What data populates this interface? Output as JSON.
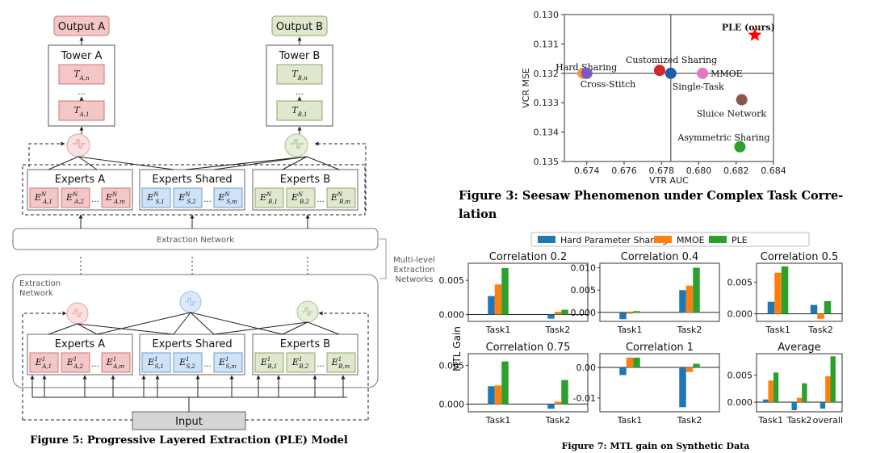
{
  "fig5": {
    "outputs": [
      "Output A",
      "Output B"
    ],
    "towers": [
      {
        "name": "Tower A",
        "top": "T",
        "top_sub": "A,n",
        "top_subsub": "A",
        "bottom": "T",
        "bottom_sub": "A,1"
      },
      {
        "name": "Tower B",
        "top": "T",
        "top_sub": "B,n",
        "top_subsub": "B",
        "bottom": "T",
        "bottom_sub": "B,1"
      }
    ],
    "dots": "...",
    "upper_groups": [
      {
        "name": "Experts A",
        "letter": "A",
        "cells": [
          "A,1",
          "A,2",
          "A,m"
        ],
        "last_sub": "A",
        "sup": "N"
      },
      {
        "name": "Experts Shared",
        "letter": "S",
        "cells": [
          "S,1",
          "S,2",
          "S,m"
        ],
        "last_sub": "S",
        "sup": "N"
      },
      {
        "name": "Experts B",
        "letter": "B",
        "cells": [
          "B,1",
          "B,2",
          "B,m"
        ],
        "last_sub": "B",
        "sup": "N"
      }
    ],
    "lower_groups": [
      {
        "name": "Experts A",
        "letter": "A",
        "cells": [
          "A,1",
          "A,2",
          "A,m"
        ],
        "last_sub": "A",
        "sup": "1"
      },
      {
        "name": "Experts Shared",
        "letter": "S",
        "cells": [
          "S,1",
          "S,2",
          "S,m"
        ],
        "last_sub": "S",
        "sup": "1"
      },
      {
        "name": "Experts B",
        "letter": "B",
        "cells": [
          "B,1",
          "B,2",
          "B,m"
        ],
        "last_sub": "B",
        "sup": "1"
      }
    ],
    "expert_letter": "E",
    "ellipsis": "...",
    "extraction_network": "Extraction Network",
    "extraction_network_small": [
      "Extraction",
      "Network"
    ],
    "multi_level_label": [
      "Multi-level",
      "Extraction",
      "Networks"
    ],
    "input": "Input",
    "caption": "Figure 5: Progressive Layered Extraction (PLE) Model"
  },
  "fig3": {
    "caption_line1": "Figure 3: Seesaw Phenomenon under Complex Task Corre-",
    "caption_line2": "lation",
    "chart_data": {
      "type": "scatter",
      "xlabel": "VTR AUC",
      "ylabel": "VCR MSE",
      "xlim": [
        0.6728,
        0.684
      ],
      "ylim": [
        0.135,
        0.13
      ],
      "y_inverted": true,
      "xticks": [
        "0.674",
        "0.676",
        "0.678",
        "0.680",
        "0.682",
        "0.684"
      ],
      "yticks": [
        "0.130",
        "0.131",
        "0.132",
        "0.133",
        "0.134",
        "0.135"
      ],
      "reference_lines": {
        "x": 0.6785,
        "y": 0.132
      },
      "points": [
        {
          "label": "Hard Sharing",
          "x": 0.6738,
          "y": 0.132,
          "color": "#f39c3a"
        },
        {
          "label": "Cross-Stitch",
          "x": 0.674,
          "y": 0.132,
          "color": "#7e57c2"
        },
        {
          "label": "Customized Sharing",
          "x": 0.6779,
          "y": 0.1319,
          "color": "#d62728"
        },
        {
          "label": "Single-Task",
          "x": 0.6785,
          "y": 0.132,
          "color": "#1f5fa8"
        },
        {
          "label": "MMOE",
          "x": 0.6802,
          "y": 0.132,
          "color": "#e377c2"
        },
        {
          "label": "Sluice Network",
          "x": 0.6823,
          "y": 0.1329,
          "color": "#8c564b"
        },
        {
          "label": "Asymmetric Sharing",
          "x": 0.6822,
          "y": 0.1345,
          "color": "#2ca02c"
        },
        {
          "label": "PLE (ours)",
          "x": 0.683,
          "y": 0.1307,
          "color": "#ff0000",
          "marker": "star"
        }
      ]
    }
  },
  "fig7": {
    "caption": "Figure 7: MTL gain on Synthetic Data",
    "ylabel": "MTL Gain",
    "legend": [
      "Hard Parameter Sharing",
      "MMOE",
      "PLE"
    ],
    "colors": [
      "#1f77b4",
      "#ff7f0e",
      "#2ca02c"
    ],
    "chart_data": [
      {
        "type": "bar",
        "title": "Correlation 0.2",
        "categories": [
          "Task1",
          "Task2"
        ],
        "ylim": [
          -0.001,
          0.0075
        ],
        "yticks": [
          "0.000",
          "0.005"
        ],
        "ytick_values": [
          0,
          0.005
        ],
        "series": [
          {
            "name": "Hard Parameter Sharing",
            "values": [
              0.0027,
              -0.0006
            ]
          },
          {
            "name": "MMOE",
            "values": [
              0.0044,
              0.0004
            ]
          },
          {
            "name": "PLE",
            "values": [
              0.0068,
              0.0007
            ]
          }
        ]
      },
      {
        "type": "bar",
        "title": "Correlation 0.4",
        "categories": [
          "Task1",
          "Task2"
        ],
        "ylim": [
          -0.002,
          0.011
        ],
        "yticks": [
          "0.000",
          "0.005",
          "0.010"
        ],
        "ytick_values": [
          0,
          0.005,
          0.01
        ],
        "series": [
          {
            "name": "Hard Parameter Sharing",
            "values": [
              -0.0015,
              0.005
            ]
          },
          {
            "name": "MMOE",
            "values": [
              -0.0003,
              0.006
            ]
          },
          {
            "name": "PLE",
            "values": [
              0.0003,
              0.01
            ]
          }
        ]
      },
      {
        "type": "bar",
        "title": "Correlation 0.5",
        "categories": [
          "Task1",
          "Task2"
        ],
        "ylim": [
          -0.0012,
          0.008
        ],
        "yticks": [
          "0.000",
          "0.005"
        ],
        "ytick_values": [
          0,
          0.005
        ],
        "series": [
          {
            "name": "Hard Parameter Sharing",
            "values": [
              0.0019,
              0.0014
            ]
          },
          {
            "name": "MMOE",
            "values": [
              0.0065,
              -0.0008
            ]
          },
          {
            "name": "PLE",
            "values": [
              0.0075,
              0.002
            ]
          }
        ]
      },
      {
        "type": "bar",
        "title": "Correlation 0.75",
        "categories": [
          "Task1",
          "Task2"
        ],
        "ylim": [
          -0.001,
          0.0065
        ],
        "yticks": [
          "0.000",
          "0.005"
        ],
        "ytick_values": [
          0,
          0.005
        ],
        "series": [
          {
            "name": "Hard Parameter Sharing",
            "values": [
              0.0023,
              -0.0006
            ]
          },
          {
            "name": "MMOE",
            "values": [
              0.0024,
              0.0003
            ]
          },
          {
            "name": "PLE",
            "values": [
              0.0055,
              0.0031
            ]
          }
        ]
      },
      {
        "type": "bar",
        "title": "Correlation 1",
        "categories": [
          "Task1",
          "Task2"
        ],
        "ylim": [
          -0.0145,
          0.0045
        ],
        "yticks": [
          "0.00",
          "-0.01"
        ],
        "ytick_values": [
          0,
          -0.01
        ],
        "series": [
          {
            "name": "Hard Parameter Sharing",
            "values": [
              -0.0025,
              -0.013
            ]
          },
          {
            "name": "MMOE",
            "values": [
              0.0032,
              -0.0015
            ]
          },
          {
            "name": "PLE",
            "values": [
              0.0032,
              0.0012
            ]
          }
        ]
      },
      {
        "type": "bar",
        "title": "Average",
        "categories": [
          "Task1",
          "Task2",
          "overall"
        ],
        "ylim": [
          -0.0018,
          0.009
        ],
        "yticks": [
          "0.000",
          "0.005"
        ],
        "ytick_values": [
          0,
          0.005
        ],
        "series": [
          {
            "name": "Hard Parameter Sharing",
            "values": [
              0.0005,
              -0.0015,
              -0.0012
            ]
          },
          {
            "name": "MMOE",
            "values": [
              0.004,
              0.0008,
              0.0048
            ]
          },
          {
            "name": "PLE",
            "values": [
              0.0055,
              0.0035,
              0.0085
            ]
          }
        ]
      }
    ]
  }
}
